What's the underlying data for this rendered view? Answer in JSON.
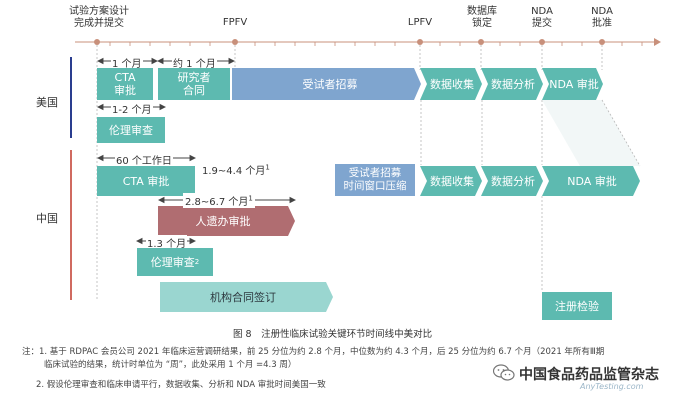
{
  "milestones": {
    "protocol": "试验方案设计\n完成并提交",
    "fpfv": "FPFV",
    "lpfv": "LPFV",
    "db_lock": "数据库\n锁定",
    "nda_submit": "NDA\n提交",
    "nda_approve": "NDA\n批准"
  },
  "rows": {
    "usa": "美国",
    "china": "中国"
  },
  "usa": {
    "d_cta": "1 个月",
    "d_contract": "约 1 个月",
    "d_ethics": "1-2 个月",
    "cta": "CTA\n审批",
    "contract": "研究者\n合同",
    "recruit": "受试者招募",
    "data": "数据收集",
    "analysis": "数据分析",
    "nda": "NDA 审批",
    "ethics": "伦理审查"
  },
  "china": {
    "d_cta_a": "60 个工作日",
    "d_cta_b": "1.9~4.4 个月",
    "sup1": "1",
    "cta": "CTA 审批",
    "d_genetic": "2.8~6.7 个月",
    "sup1b": "1",
    "genetic": "人遗办审批",
    "d_ethics": "1.3 个月",
    "ethics": "伦理审查",
    "sup2": "2",
    "contract": "机构合同签订",
    "recruit": "受试者招募\n时间窗口压缩",
    "data": "数据收集",
    "analysis": "数据分析",
    "nda": "NDA 审批",
    "inspection": "注册检验"
  },
  "caption": "图 8　注册性临床试验关键环节时间线中美对比",
  "notes": {
    "n1a": "注：1. 基于 RDPAC 会员公司 2021 年临床运营调研结果，前 25 分位为约 2.8 个月，中位数为约 4.3 个月，后 25 分位为约 6.7 个月（2021 年所有Ⅲ期",
    "n1b": "临床试验的结果，统计时单位为 “周”，此处采用 1 个月 =4.3 周）",
    "n2": "2. 假设伦理审查和临床申请平行，数据收集、分析和 NDA 审批时间美国一致"
  },
  "watermark": {
    "name": "中国食品药品监管杂志",
    "sub": "AnyTesting.com"
  },
  "colors": {
    "teal": "#5dbab0",
    "blue": "#7fa5cf",
    "red": "#b06d71",
    "axis": "#c8907b",
    "us_line": "#2a3d8f",
    "cn_line": "#c0392b"
  }
}
